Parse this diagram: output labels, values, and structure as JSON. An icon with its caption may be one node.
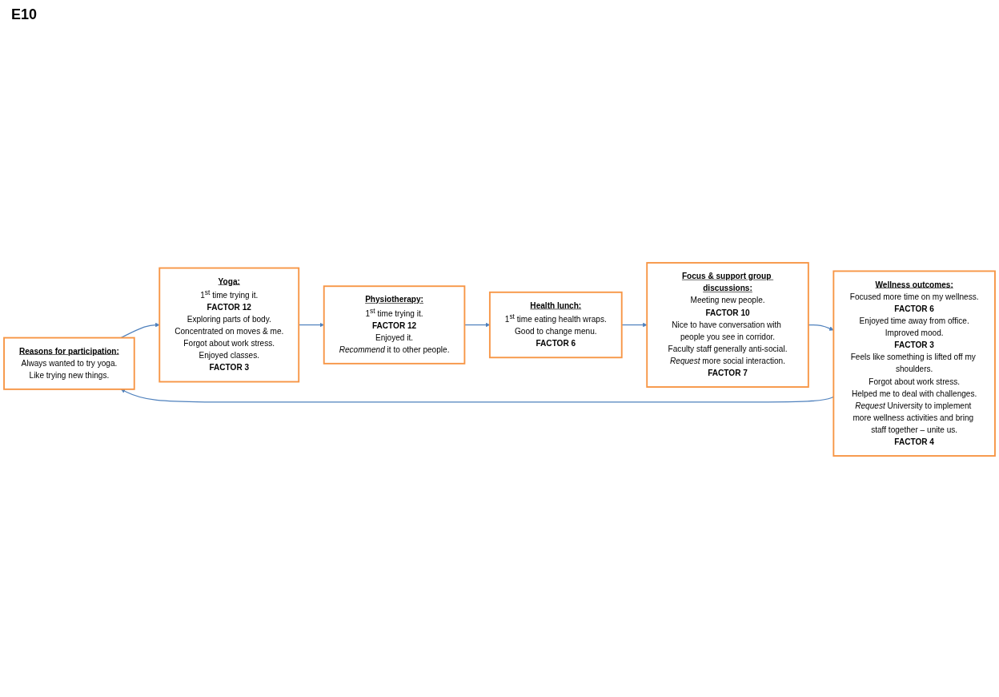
{
  "diagram": {
    "title": "E10",
    "nodes": [
      {
        "text": [
          "Reasons for participation:",
          "Always wanted to try yoga.",
          "Like trying new things."
        ]
      },
      {
        "text": [
          "Yoga:",
          "1$^{st}$ time trying it.",
          "FACTOR 12",
          "Exploring parts of body.",
          "Concentrated on moves & me.",
          "Forgot about work stress.",
          "Enjoyed classes.",
          "FACTOR 3"
        ]
      },
      {
        "text": [
          "Physiotherapy:",
          "1$^{st}$ time trying it.",
          "FACTOR 12",
          "Enjoyed it.",
          "*Recommend* it to other people."
        ]
      },
      {
        "text": [
          "Health lunch:",
          "1$^{st}$ time eating health wraps.",
          "Good to change menu.",
          "FACTOR 6"
        ]
      },
      {
        "text": [
          "Focus & support group discussions:",
          "Meeting new people.",
          "FACTOR 10",
          "Nice to have conversation with people you see in corridor.",
          "Faculty staff generally anti-social.",
          "*Request* more social interaction.",
          "FACTOR 7"
        ]
      },
      {
        "text": [
          "Wellness outcomes:",
          "Focused more time on my wellness.",
          "FACTOR 6",
          "Enjoyed time away from office.",
          "Improved mood.",
          "FACTOR 3",
          "Feels like something is lifted off my shoulders.",
          "Forgot about work stress.",
          "Helped me to deal with challenges.",
          "*Request* University to implement more wellness activities and bring staff together – unite us.",
          "FACTOR 4"
        ]
      }
    ],
    "edges": [
      {
        "from": 0,
        "to": 1,
        "arrow": "to"
      },
      {
        "from": 1,
        "to": 2,
        "arrow": "to"
      },
      {
        "from": 2,
        "to": 3,
        "arrow": "to"
      },
      {
        "from": 3,
        "to": 4,
        "arrow": "to"
      },
      {
        "from": 4,
        "to": 5,
        "arrow": "to"
      },
      {
        "from": 5,
        "to": 0,
        "arrow": "to"
      }
    ]
  }
}
